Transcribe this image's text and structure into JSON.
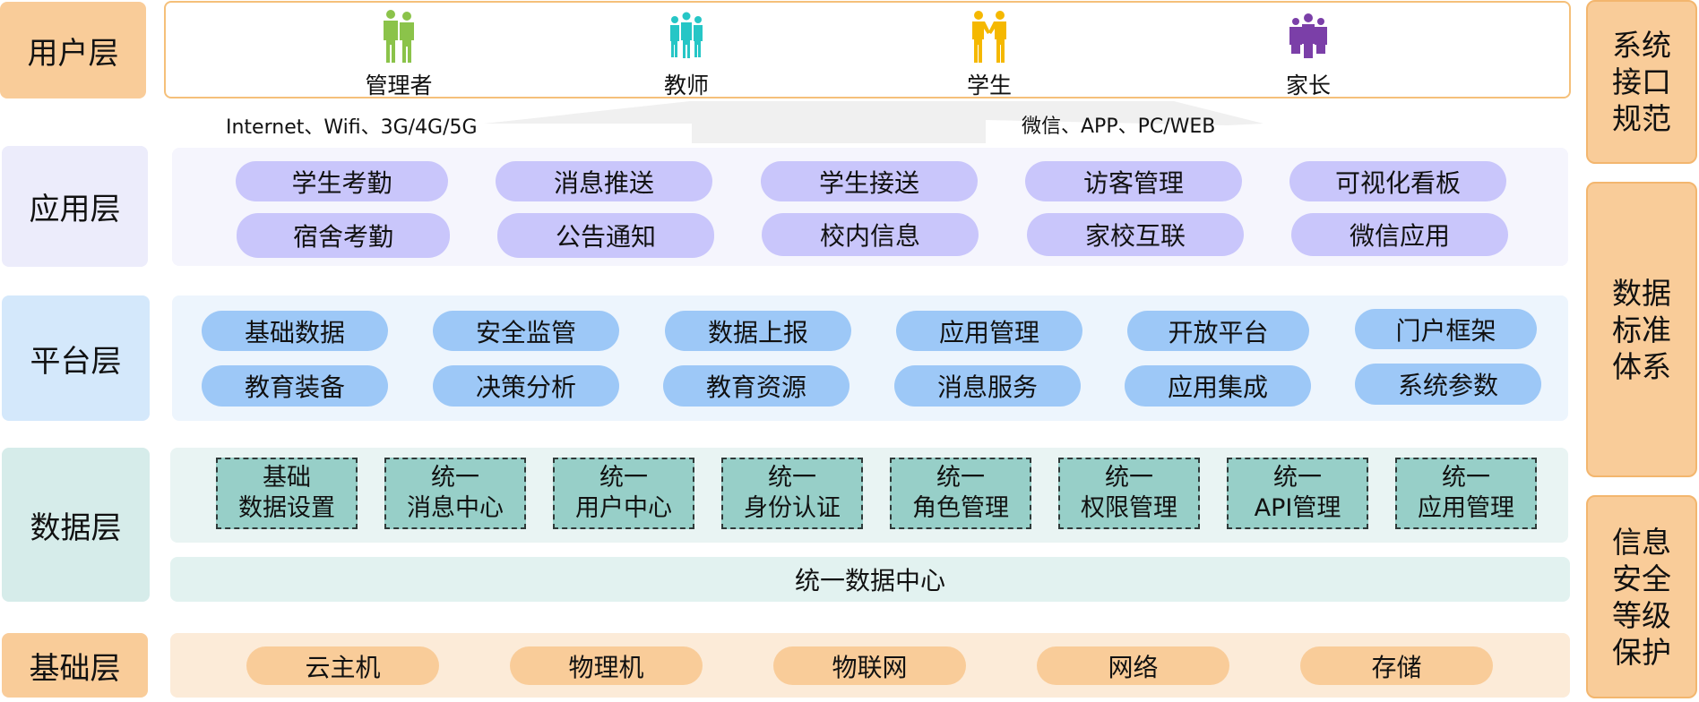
{
  "layers": {
    "user": "用户层",
    "app": "应用层",
    "platform": "平台层",
    "data": "数据层",
    "infra": "基础层"
  },
  "users": [
    {
      "name": "管理者",
      "icon": "manager-people-icon",
      "color": "#8bc34a"
    },
    {
      "name": "教师",
      "icon": "teacher-people-icon",
      "color": "#26c6c6"
    },
    {
      "name": "学生",
      "icon": "student-handshake-icon",
      "color": "#f5b800"
    },
    {
      "name": "家长",
      "icon": "parent-group-icon",
      "color": "#7b3fa8"
    }
  ],
  "network": {
    "left": "Internet、Wifi、3G/4G/5G",
    "right": "微信、APP、PC/WEB"
  },
  "app_layer": {
    "row1": [
      "学生考勤",
      "消息推送",
      "学生接送",
      "访客管理",
      "可视化看板"
    ],
    "row2": [
      "宿舍考勤",
      "公告通知",
      "校内信息",
      "家校互联",
      "微信应用"
    ]
  },
  "platform_layer": {
    "row1": [
      "基础数据",
      "安全监管",
      "数据上报",
      "应用管理",
      "开放平台",
      "门户框架"
    ],
    "row2": [
      "教育装备",
      "决策分析",
      "教育资源",
      "消息服务",
      "应用集成",
      "系统参数"
    ]
  },
  "data_layer": {
    "boxes": [
      "基础\n数据设置",
      "统一\n消息中心",
      "统一\n用户中心",
      "统一\n身份认证",
      "统一\n角色管理",
      "统一\n权限管理",
      "统一\nAPI管理",
      "统一\n应用管理"
    ],
    "center": "统一数据中心"
  },
  "infra_layer": {
    "items": [
      "云主机",
      "物理机",
      "物联网",
      "网络",
      "存储"
    ]
  },
  "side": {
    "interface": "系统\n接口\n规范",
    "data_standard": "数据\n标准\n体系",
    "security": "信息\n安全\n等级\n保护"
  },
  "colors": {
    "user_label": "#f9cc99",
    "app_label": "#ececfb",
    "app_pill": "#c9c6fb",
    "platform_label": "#d4e8fb",
    "platform_pill": "#9dc8f7",
    "data_label": "#d6ecea",
    "data_box": "#97cfc8",
    "infra_label": "#f9cc99",
    "infra_pill": "#f9cc99"
  }
}
